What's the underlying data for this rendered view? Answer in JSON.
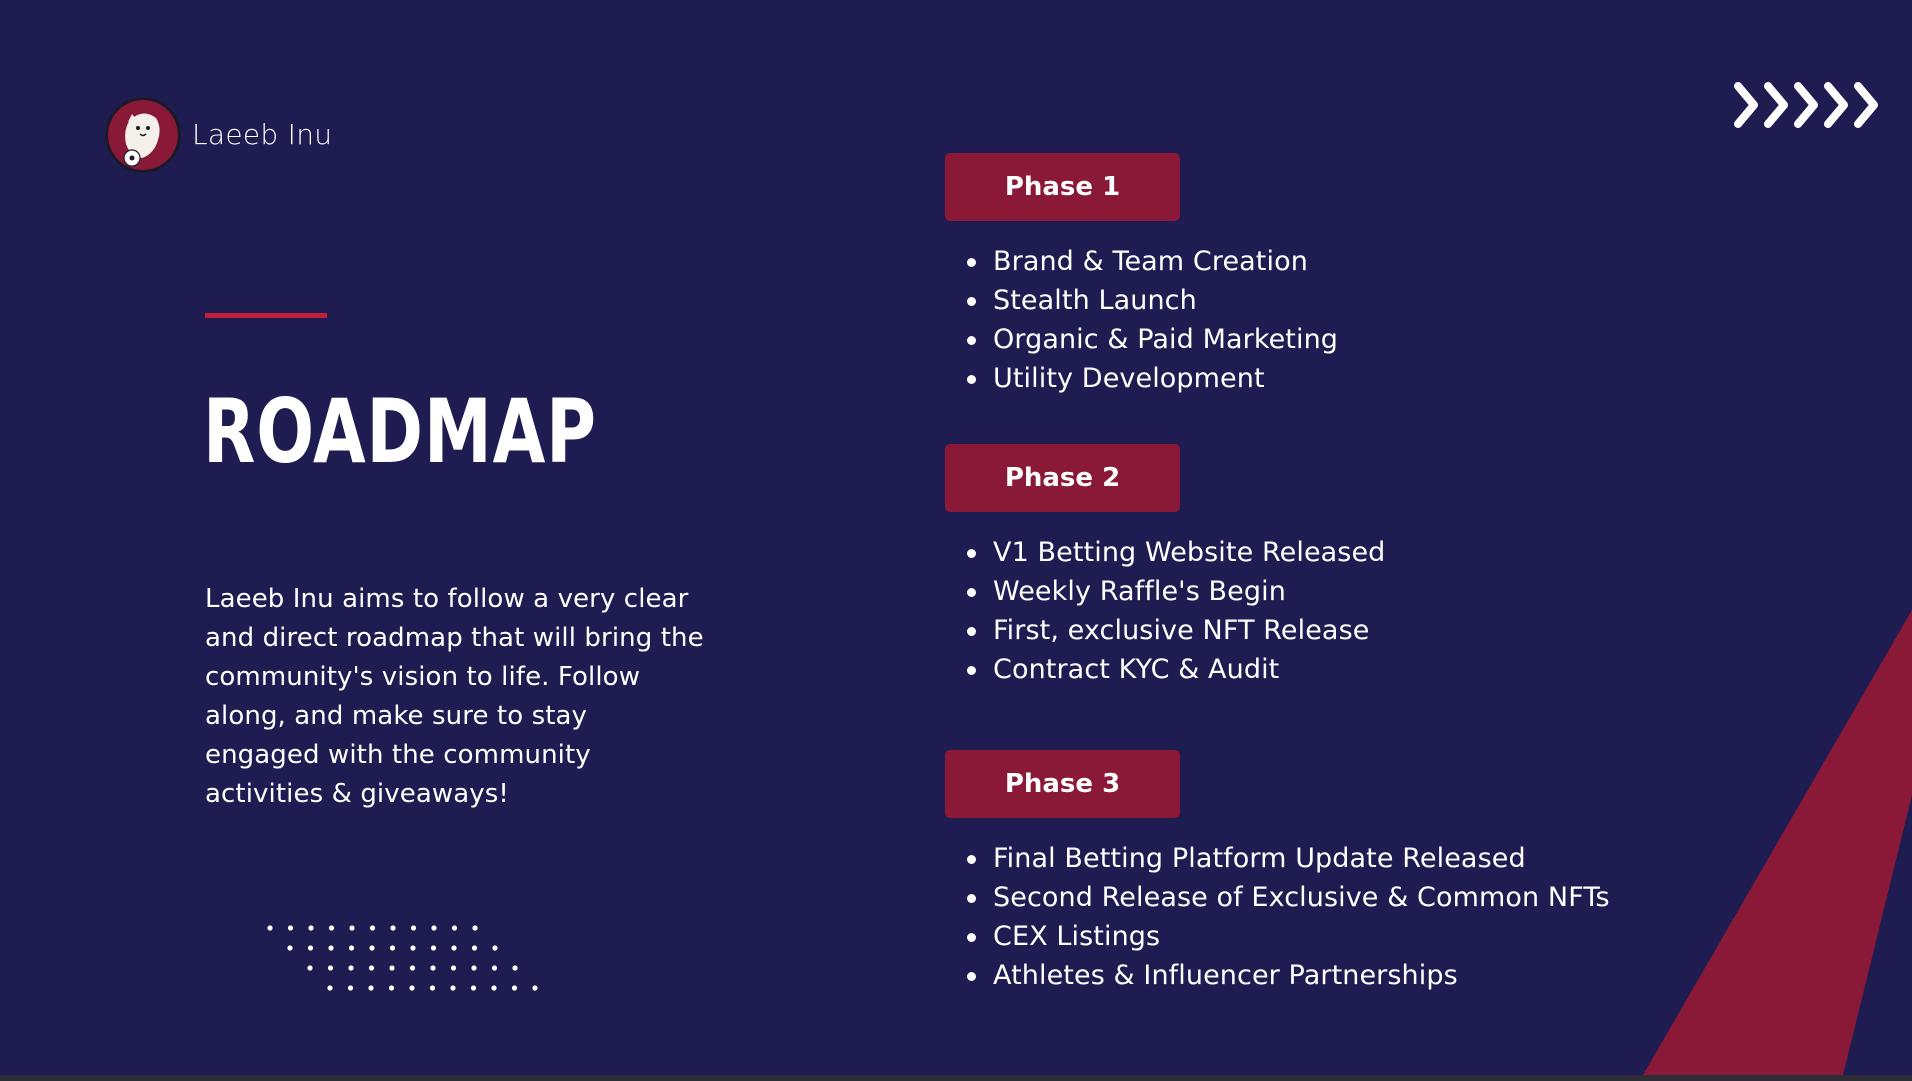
{
  "brand": {
    "name": "Laeeb Inu",
    "logo_icon": "laeeb-mascot-logo"
  },
  "header": {
    "chevrons_icon": "chevrons-right-icon"
  },
  "main": {
    "title": "ROADMAP",
    "description": "Laeeb Inu aims to follow a very clear and direct roadmap that will bring the community's vision to life. Follow along, and make sure to stay engaged with the community activities & giveaways!"
  },
  "phases": [
    {
      "label": "Phase 1",
      "items": [
        "Brand & Team Creation",
        "Stealth Launch",
        "Organic & Paid Marketing",
        "Utility Development"
      ]
    },
    {
      "label": "Phase 2",
      "items": [
        "V1 Betting Website Released",
        "Weekly Raffle's Begin",
        "First, exclusive NFT Release",
        "Contract KYC & Audit"
      ]
    },
    {
      "label": "Phase 3",
      "items": [
        "Final Betting Platform Update Released",
        "Second Release of Exclusive & Common NFTs",
        "CEX Listings",
        "Athletes & Influencer Partnerships"
      ]
    }
  ],
  "colors": {
    "background": "#1f1c52",
    "accent": "#8a1837",
    "accent_line": "#c1203b",
    "text": "#ffffff"
  }
}
